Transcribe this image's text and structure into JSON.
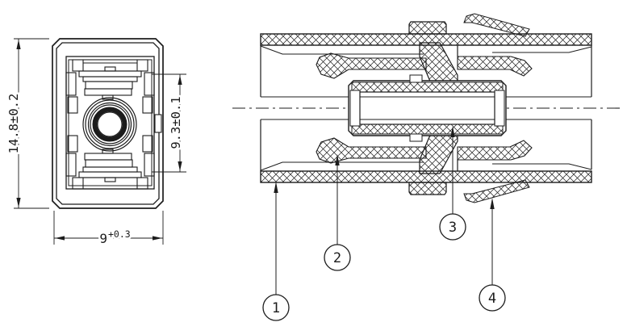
{
  "colors": {
    "background": "#ffffff",
    "ink": "#1c1c1c"
  },
  "front_view": {
    "dim_overall_height": "14.8±0.2",
    "dim_inner_height": "9.3±0.1",
    "dim_width_value": "9",
    "dim_width_tolerance": "+0.3"
  },
  "section_view": {
    "callouts": [
      {
        "label": "1"
      },
      {
        "label": "2"
      },
      {
        "label": "3"
      },
      {
        "label": "4"
      }
    ]
  }
}
